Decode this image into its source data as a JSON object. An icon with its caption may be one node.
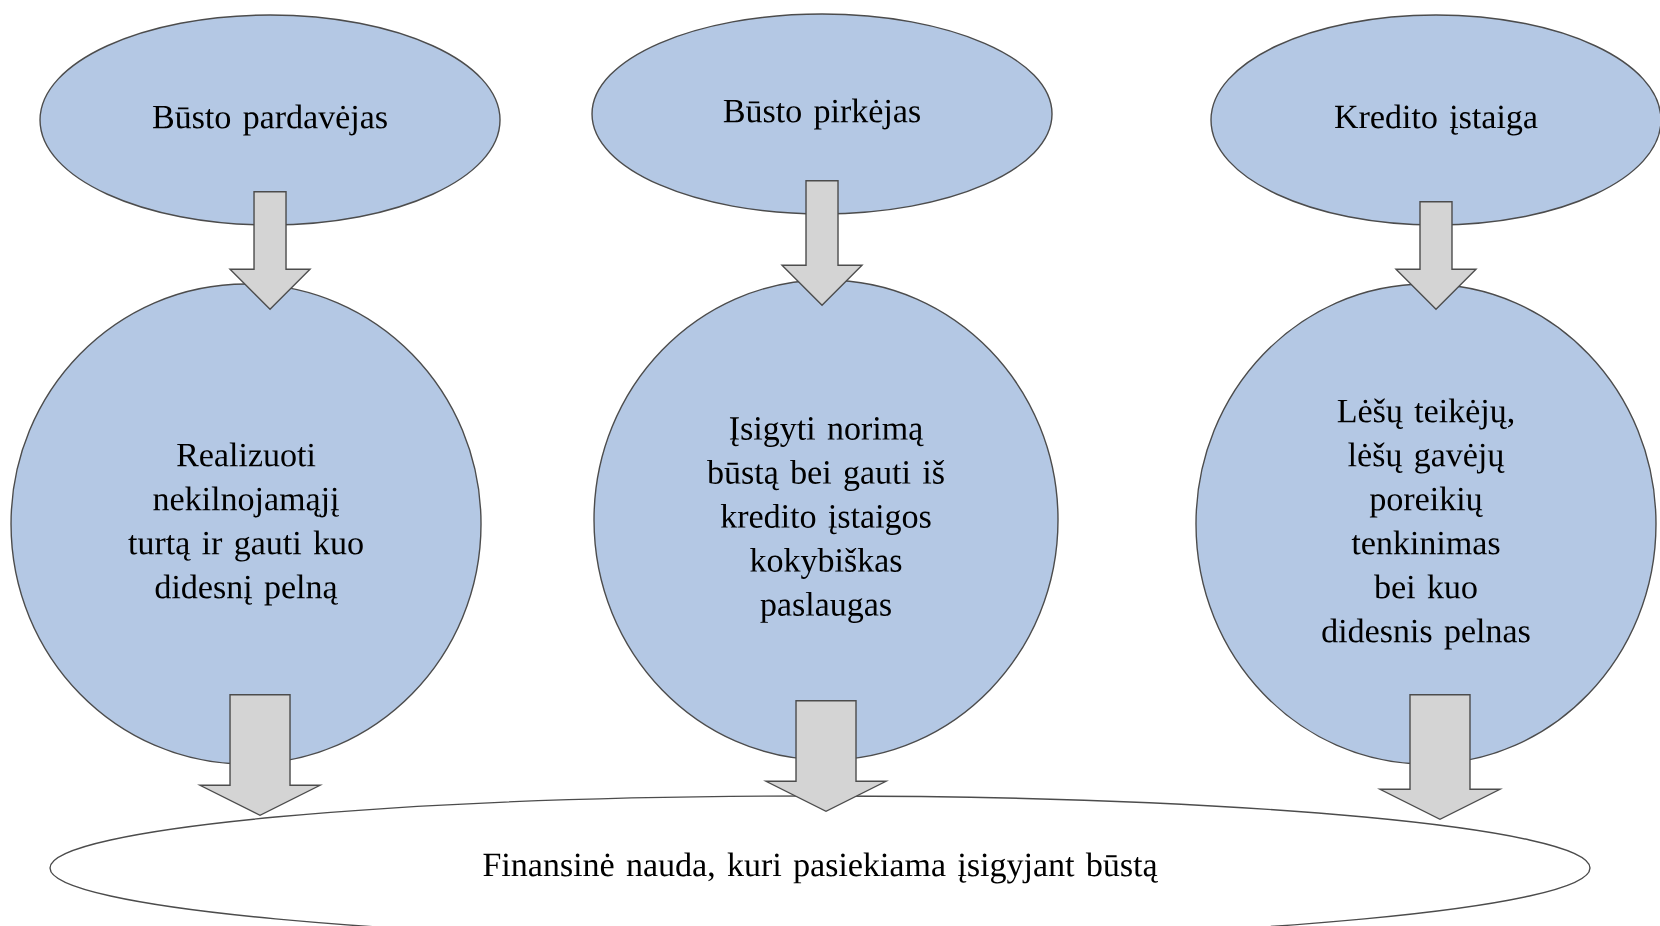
{
  "diagram": {
    "nodes": [
      {
        "text": [
          "Būsto pardavėjas"
        ]
      },
      {
        "text": [
          "Būsto pirkėjas"
        ]
      },
      {
        "text": [
          "Kredito įstaiga"
        ]
      },
      {
        "text": [
          "Realizuoti nekilnojamąjį turtą ir gauti kuo didesnį pelną"
        ]
      },
      {
        "text": [
          "Įsigyti norimą būstą bei gauti iš kredito įstaigos kokybiškas paslaugas"
        ]
      },
      {
        "text": [
          "Lėšų teikėjų, lėšų gavėjų poreikių tenkinimas bei kuo didesnis pelnas"
        ]
      },
      {
        "text": [
          "Finansinė nauda, kuri pasiekiama įsigyjant būstą"
        ]
      }
    ],
    "edges": [
      {
        "from": 0,
        "to": 3,
        "arrow": "to"
      },
      {
        "from": 1,
        "to": 4,
        "arrow": "to"
      },
      {
        "from": 2,
        "to": 5,
        "arrow": "to"
      },
      {
        "from": 3,
        "to": 6,
        "arrow": "to"
      },
      {
        "from": 4,
        "to": 6,
        "arrow": "to"
      },
      {
        "from": 5,
        "to": 6,
        "arrow": "to"
      }
    ]
  }
}
